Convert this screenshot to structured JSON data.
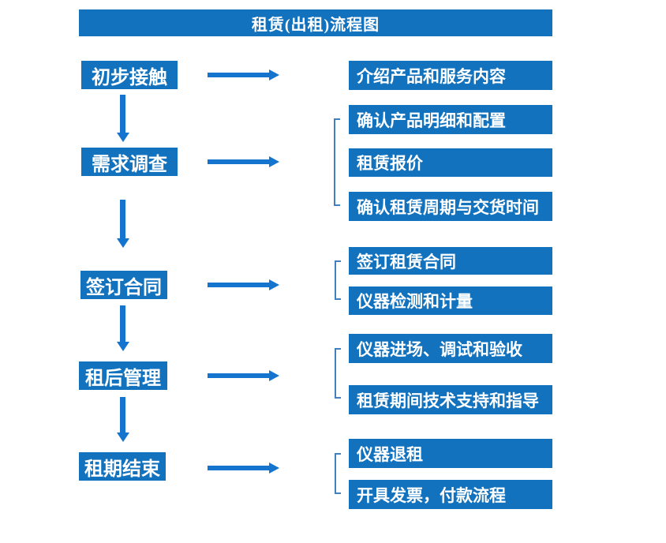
{
  "title": "租赁(出租)流程图",
  "colors": {
    "primary": "#1272BE",
    "arrow": "#1574CE",
    "bracket": "#4080C0",
    "text": "#FFFFFF",
    "background": "#FFFFFF"
  },
  "steps": [
    {
      "label": "初步接触"
    },
    {
      "label": "需求调查"
    },
    {
      "label": "签订合同"
    },
    {
      "label": "租后管理"
    },
    {
      "label": "租期结束"
    }
  ],
  "details": [
    {
      "items": [
        "介绍产品和服务内容"
      ]
    },
    {
      "items": [
        "确认产品明细和配置",
        "租赁报价",
        "确认租赁周期与交货时间"
      ]
    },
    {
      "items": [
        "签订租赁合同",
        "仪器检测和计量"
      ]
    },
    {
      "items": [
        "仪器进场、调试和验收",
        "租赁期间技术支持和指导"
      ]
    },
    {
      "items": [
        "仪器退租",
        "开具发票，付款流程"
      ]
    }
  ]
}
